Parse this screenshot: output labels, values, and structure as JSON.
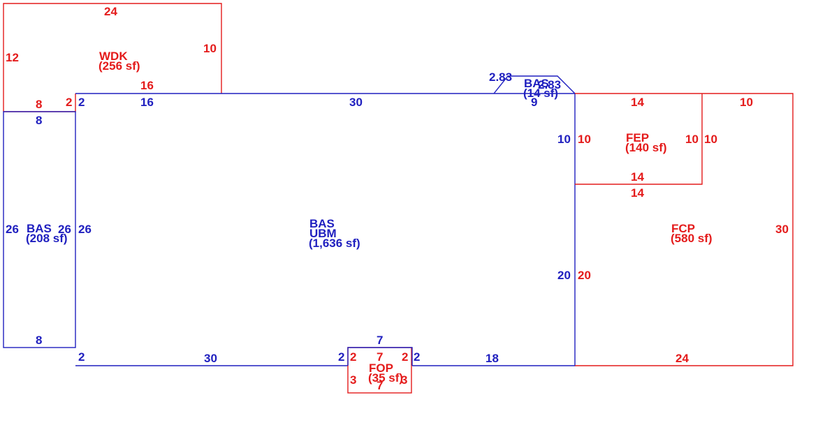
{
  "colors": {
    "main": "#1f1fbf",
    "accent": "#e41b1b",
    "background": "#ffffff"
  },
  "areas": {
    "wdk": {
      "code": "WDK",
      "area": "(256 sf)"
    },
    "bas_left": {
      "code": "BAS",
      "area": "(208 sf)"
    },
    "bas_main": {
      "code": "BAS",
      "code2": "UBM",
      "area": "(1,636 sf)"
    },
    "bas_bay": {
      "code": "BAS",
      "area": "(14 sf)"
    },
    "fep": {
      "code": "FEP",
      "area": "(140 sf)"
    },
    "fcp": {
      "code": "FCP",
      "area": "(580 sf)"
    },
    "fop": {
      "code": "FOP",
      "area": "(35 sf)"
    }
  },
  "dimensions": {
    "wdk_top": "24",
    "wdk_left": "12",
    "wdk_right": "10",
    "wdk_bottom": "16",
    "wdk_step_8": "8",
    "wdk_step_2": "2",
    "basl_top": "8",
    "basl_left": "26",
    "basl_right": "26",
    "basl_bottom": "8",
    "main_left": "26",
    "main_top_2": "2",
    "main_top_16": "16",
    "main_top_30": "30",
    "main_bottom_2": "2",
    "main_bottom_30": "30",
    "main_bottom_18": "18",
    "main_right_10": "10",
    "main_right_20": "20",
    "bay_diag_left": "2.83",
    "bay_diag_right": "2.83",
    "bay_side": "9",
    "fop_top": "7",
    "fop_left_blue": "2",
    "fop_right_blue": "2",
    "fop_top_red": "7",
    "fop_left_red": "2",
    "fop_right_red": "2",
    "fop_left_3": "3",
    "fop_right_3": "3",
    "fop_bottom": "7",
    "fep_top": "14",
    "fep_left": "10",
    "fep_right": "10",
    "fep_bottom": "14",
    "fcp_top_14": "14",
    "fcp_top_10": "10",
    "fcp_left_10": "10",
    "fcp_left_20": "20",
    "fcp_right": "30",
    "fcp_bottom": "24"
  }
}
